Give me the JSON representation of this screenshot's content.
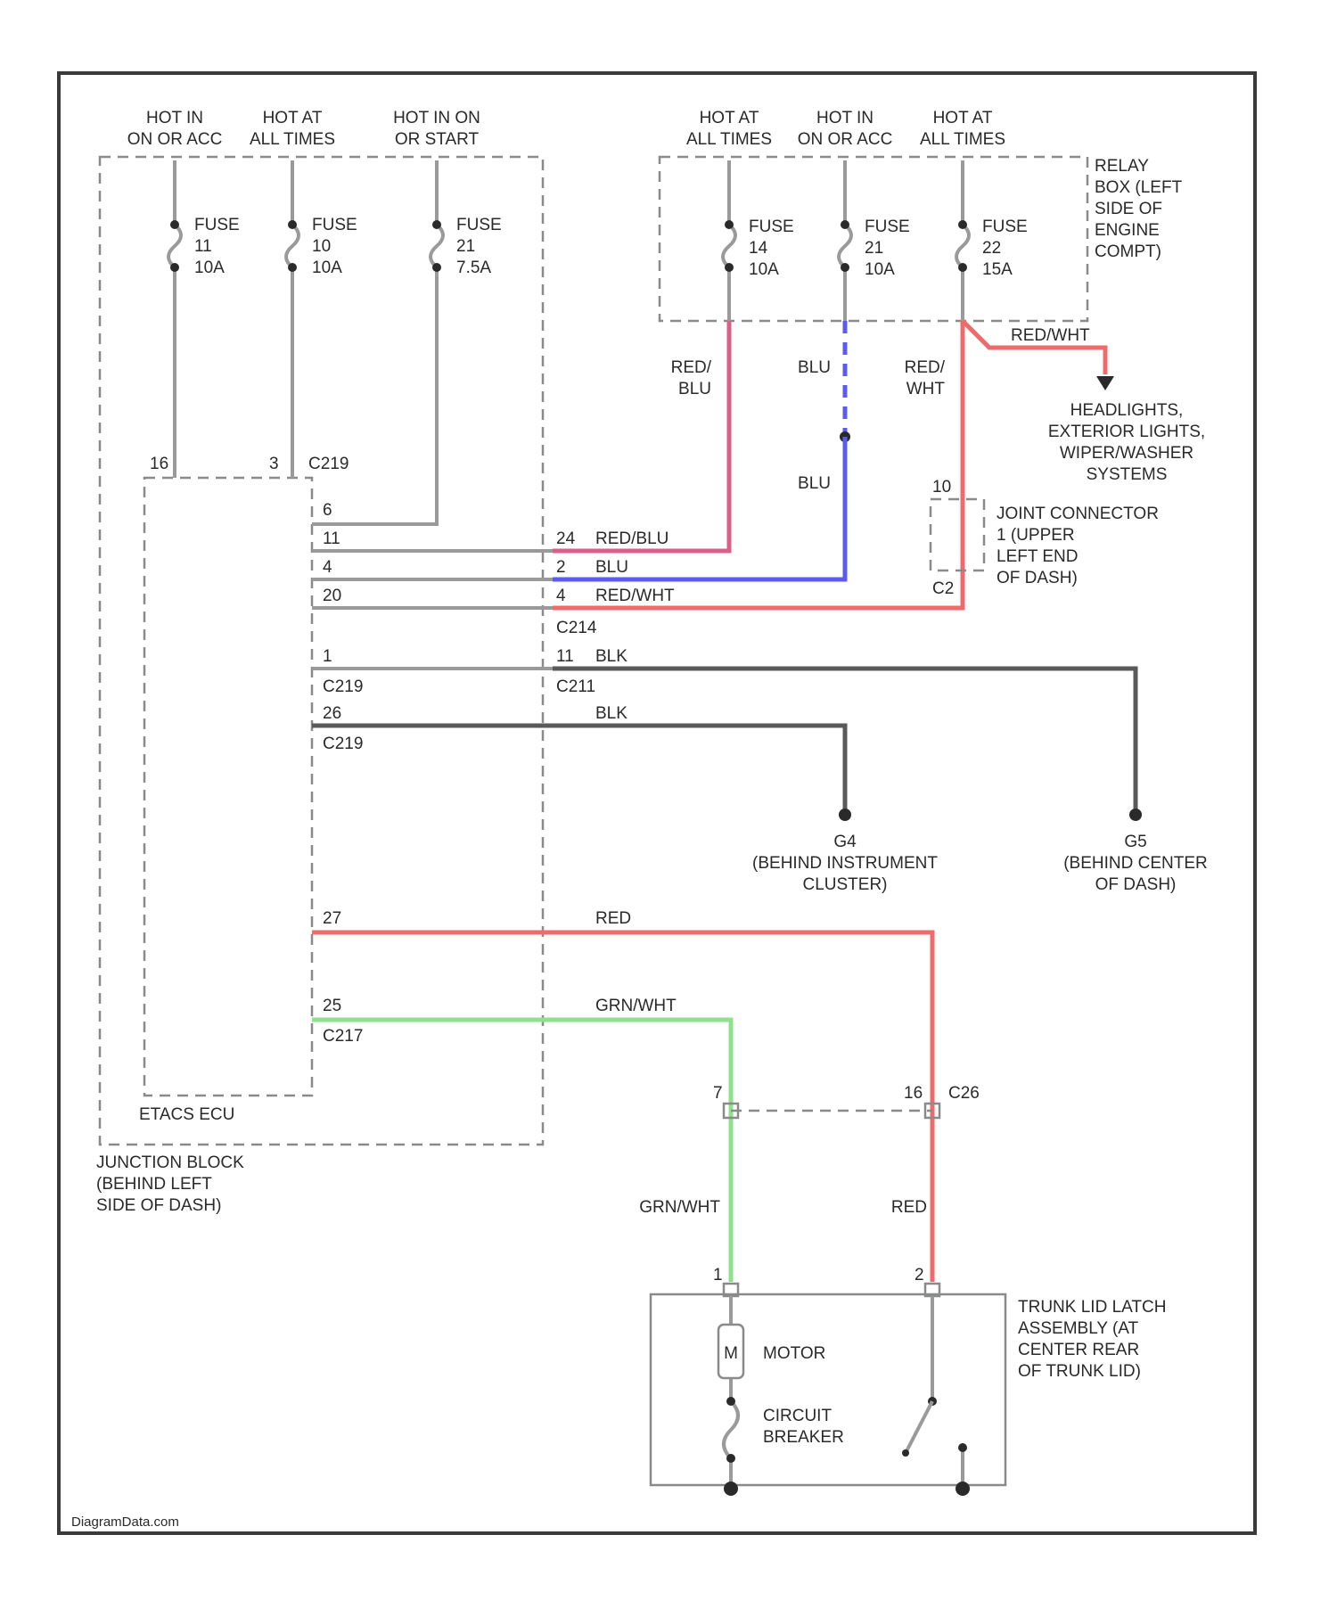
{
  "sources_left": [
    {
      "l1": "HOT IN",
      "l2": "ON OR ACC"
    },
    {
      "l1": "HOT AT",
      "l2": "ALL TIMES"
    },
    {
      "l1": "HOT IN ON",
      "l2": "OR START"
    }
  ],
  "sources_right": [
    {
      "l1": "HOT AT",
      "l2": "ALL TIMES"
    },
    {
      "l1": "HOT IN",
      "l2": "ON OR ACC"
    },
    {
      "l1": "HOT AT",
      "l2": "ALL TIMES"
    }
  ],
  "fuses_left": [
    {
      "name": "FUSE",
      "num": "11",
      "amp": "10A"
    },
    {
      "name": "FUSE",
      "num": "10",
      "amp": "10A"
    },
    {
      "name": "FUSE",
      "num": "21",
      "amp": "7.5A"
    }
  ],
  "fuses_right": [
    {
      "name": "FUSE",
      "num": "14",
      "amp": "10A"
    },
    {
      "name": "FUSE",
      "num": "21",
      "amp": "10A"
    },
    {
      "name": "FUSE",
      "num": "22",
      "amp": "15A"
    }
  ],
  "relay_box": [
    "RELAY",
    "BOX (LEFT",
    "SIDE OF",
    "ENGINE",
    "COMPT)"
  ],
  "wires": {
    "red_blu_v": [
      "RED/",
      "BLU"
    ],
    "blu_upper": "BLU",
    "blu_lower": "BLU",
    "red_wht_v": [
      "RED/",
      "WHT"
    ],
    "red_wht_h": "RED/WHT",
    "h_red_blu": "RED/BLU",
    "h_blu": "BLU",
    "h_red_wht": "RED/WHT",
    "h_blk_1": "BLK",
    "h_blk_2": "BLK",
    "h_red": "RED",
    "h_grn_wht": "GRN/WHT",
    "v_grn_wht": "GRN/WHT",
    "v_red": "RED"
  },
  "headlights": [
    "HEADLIGHTS,",
    "EXTERIOR LIGHTS,",
    "WIPER/WASHER",
    "SYSTEMS"
  ],
  "joint_connector": {
    "pin_top": "10",
    "pin_bottom": "C2",
    "text": [
      "JOINT CONNECTOR",
      "1 (UPPER",
      "LEFT END",
      "OF DASH)"
    ]
  },
  "ecu_pins": {
    "p16": "16",
    "p3_top": "3",
    "c_top": "C219",
    "p6": "6",
    "p11": "11",
    "p4": "4",
    "p20": "20",
    "p1": "1",
    "c_mid1": "C219",
    "p26": "26",
    "c_mid2": "C219",
    "p27": "27",
    "p25": "25",
    "c_bot": "C217"
  },
  "right_pins": {
    "p24": "24",
    "p2": "2",
    "p4": "4",
    "c214": "C214",
    "p11": "11",
    "c211": "C211"
  },
  "grounds": [
    {
      "id": "G4",
      "l1": "(BEHIND INSTRUMENT",
      "l2": "CLUSTER)"
    },
    {
      "id": "G5",
      "l1": "(BEHIND CENTER",
      "l2": "OF DASH)"
    }
  ],
  "ecu_label": "ETACS ECU",
  "junction_block": [
    "JUNCTION BLOCK",
    "(BEHIND LEFT",
    "SIDE OF DASH)"
  ],
  "c26": {
    "pin_left": "7",
    "pin_right": "16",
    "name": "C26"
  },
  "latch_pins": {
    "left": "1",
    "right": "2"
  },
  "trunk_latch": [
    "TRUNK LID LATCH",
    "ASSEMBLY (AT",
    "CENTER REAR",
    "OF TRUNK LID)"
  ],
  "motor_label": "MOTOR",
  "motor_symbol": "M",
  "breaker_label": [
    "CIRCUIT",
    "BREAKER"
  ],
  "watermark": "DiagramData.com"
}
